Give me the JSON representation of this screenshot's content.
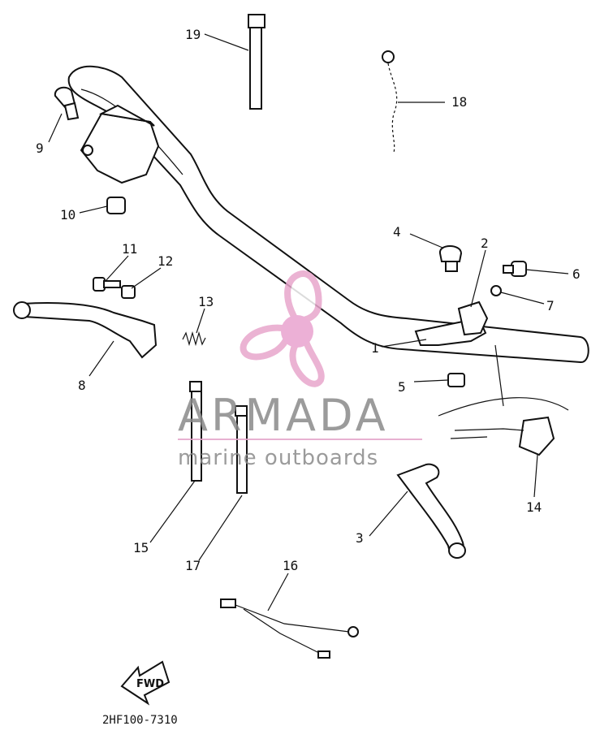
{
  "diagram": {
    "drawing_code": "2HF100-7310",
    "fwd_label": "FWD",
    "callouts": [
      {
        "id": "1",
        "label": "1"
      },
      {
        "id": "2",
        "label": "2"
      },
      {
        "id": "3",
        "label": "3"
      },
      {
        "id": "4",
        "label": "4"
      },
      {
        "id": "5",
        "label": "5"
      },
      {
        "id": "6",
        "label": "6"
      },
      {
        "id": "7",
        "label": "7"
      },
      {
        "id": "8",
        "label": "8"
      },
      {
        "id": "9",
        "label": "9"
      },
      {
        "id": "10",
        "label": "10"
      },
      {
        "id": "11",
        "label": "11"
      },
      {
        "id": "12",
        "label": "12"
      },
      {
        "id": "13",
        "label": "13"
      },
      {
        "id": "14",
        "label": "14"
      },
      {
        "id": "15",
        "label": "15"
      },
      {
        "id": "16",
        "label": "16"
      },
      {
        "id": "17",
        "label": "17"
      },
      {
        "id": "18",
        "label": "18"
      },
      {
        "id": "19",
        "label": "19"
      }
    ]
  },
  "watermark": {
    "brand": "ARMADA",
    "tagline": "marine outboards",
    "colors": {
      "propeller": "#e8a6cc",
      "hub": "#e9a3cf",
      "text": "#8a8a8a",
      "rule": "#e3a4c9"
    }
  }
}
